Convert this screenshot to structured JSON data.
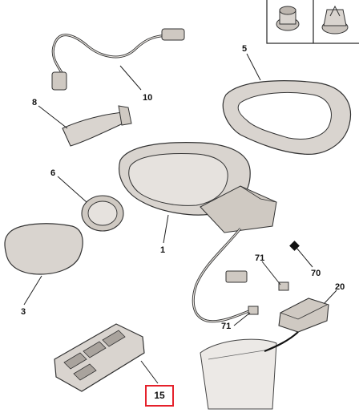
{
  "diagram": {
    "callouts": {
      "p1": "1",
      "p3": "3",
      "p5": "5",
      "p6": "6",
      "p8": "8",
      "p10": "10",
      "p15": "15",
      "p20": "20",
      "p70": "70",
      "p71a": "71",
      "p71b": "71"
    },
    "highlighted_part": "15",
    "colors": {
      "highlight": "#e5212b",
      "part_fill": "#d9d4cf",
      "line": "#2a2a2a"
    }
  }
}
